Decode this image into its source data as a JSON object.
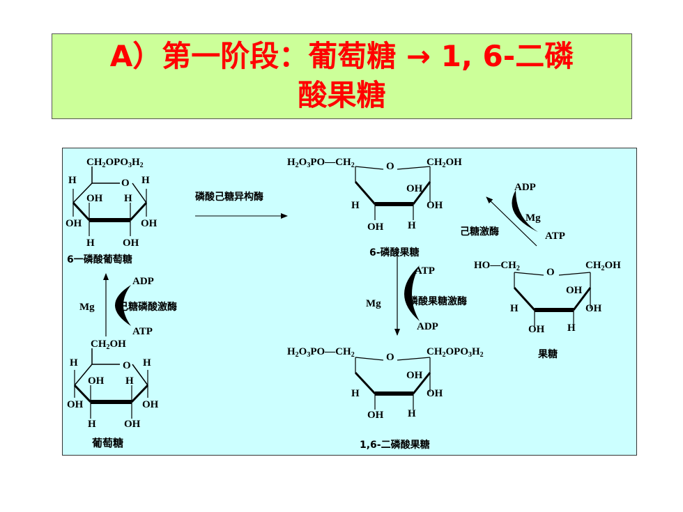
{
  "title": {
    "line1": "A）第一阶段：葡萄糖 → 1, 6-二磷",
    "line2": "酸果糖"
  },
  "molecules": {
    "g6p": {
      "name": "6一磷酸葡萄糖",
      "ch2_text": "CH",
      "ch2_sub": "2",
      "ch2_text2": "OPO",
      "ch2_sub2": "3",
      "ch2_text3": "H",
      "ch2_sub3": "2",
      "ring_o": "O",
      "h_top_left": "H",
      "h_top_right": "H",
      "oh_mid": "OH",
      "h_mid": "H",
      "oh_left": "OH",
      "oh_right": "OH",
      "h_bottom": "H",
      "oh_bottom": "OH"
    },
    "glucose": {
      "name": "葡萄糖",
      "ch2oh": "CH",
      "ch2oh_sub": "2",
      "ch2oh_tail": "OH",
      "ring_o": "O",
      "h_top_left": "H",
      "h_top_right": "H",
      "oh_mid": "OH",
      "h_mid": "H",
      "oh_left": "OH",
      "oh_right": "OH",
      "h_bottom": "H",
      "oh_bottom": "OH"
    },
    "f6p": {
      "name": "6-磷酸果糖",
      "left_group": "H",
      "left_sub1": "2",
      "left_mid": "O",
      "left_sub2": "3",
      "left_tail": "PO—CH",
      "left_sub3": "2",
      "right_group": "CH",
      "right_sub": "2",
      "right_tail": "OH",
      "ring_o": "O",
      "oh_ring": "OH",
      "h_left": "H",
      "oh_right": "OH",
      "oh_bottom": "OH",
      "h_bottom": "H"
    },
    "fructose": {
      "name": "果糖",
      "left_group": "HO—CH",
      "left_sub": "2",
      "right_group": "CH",
      "right_sub": "2",
      "right_tail": "OH",
      "ring_o": "O",
      "oh_ring": "OH",
      "h_left": "H",
      "oh_right": "OH",
      "oh_bottom": "OH",
      "h_bottom": "H"
    },
    "f16bp": {
      "name": "1,6-二磷酸果糖",
      "left_group": "H",
      "left_sub1": "2",
      "left_mid": "O",
      "left_sub2": "3",
      "left_tail": "PO—CH",
      "left_sub3": "2",
      "right_group": "CH",
      "right_sub": "2",
      "right_mid": "OPO",
      "right_sub2": "3",
      "right_tail": "H",
      "right_sub3": "2",
      "ring_o": "O",
      "oh_ring": "OH",
      "h_left": "H",
      "oh_right": "OH",
      "oh_bottom": "OH",
      "h_bottom": "H"
    }
  },
  "reactions": {
    "isomerase": {
      "enzyme": "磷酸己糖异构酶"
    },
    "glucokinase": {
      "enzyme": "己糖磷酸激酶",
      "cofactor": "Mg",
      "atp": "ATP",
      "adp": "ADP"
    },
    "hexokinase": {
      "enzyme": "己糖激酶",
      "cofactor": "Mg",
      "atp": "ATP",
      "adp": "ADP"
    },
    "pfk": {
      "enzyme": "磷酸果糖激酶",
      "cofactor": "Mg",
      "atp": "ATP",
      "adp": "ADP"
    }
  },
  "colors": {
    "title_bg": "#ccff99",
    "title_text": "#ff0000",
    "panel_bg": "#ccffff"
  }
}
